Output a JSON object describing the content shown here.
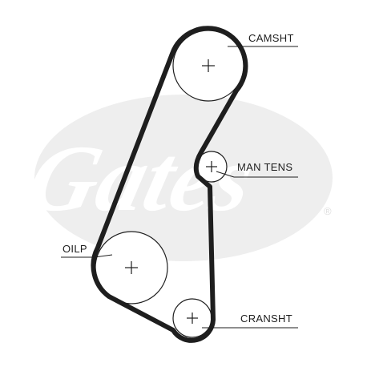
{
  "labels": {
    "camshaft": "CAMSHT",
    "tensioner": "MAN TENS",
    "oil_pump": "OILP",
    "crankshaft": "CRANSHT"
  },
  "colors": {
    "ink": "#1e1e1e",
    "watermark": "#eeeeee",
    "background": "#ffffff"
  },
  "watermark": {
    "icon": "gates-logo-watermark",
    "text": "Gates",
    "trademark": "®"
  }
}
